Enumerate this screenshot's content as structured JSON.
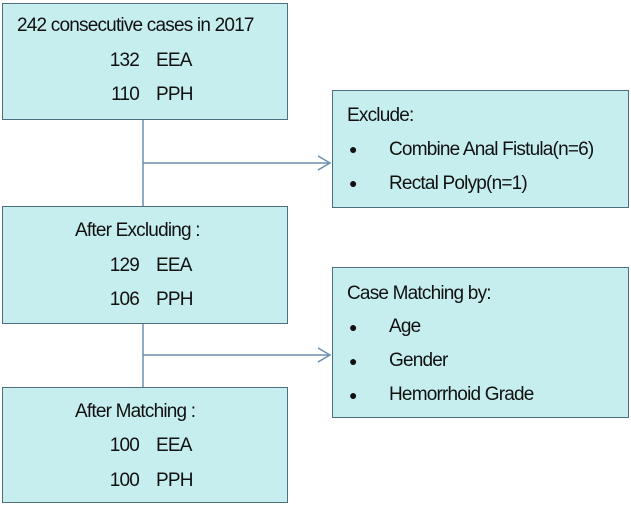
{
  "box1": {
    "title": "242 consecutive cases in 2017",
    "rows": [
      {
        "count": "132",
        "label": "EEA"
      },
      {
        "count": "110",
        "label": "PPH"
      }
    ]
  },
  "box2": {
    "title": "After Excluding :",
    "rows": [
      {
        "count": "129",
        "label": "EEA"
      },
      {
        "count": "106",
        "label": "PPH"
      }
    ]
  },
  "box3": {
    "title": "After Matching :",
    "rows": [
      {
        "count": "100",
        "label": "EEA"
      },
      {
        "count": "100",
        "label": "PPH"
      }
    ]
  },
  "exclude_box": {
    "title": "Exclude:",
    "items": [
      "Combine Anal Fistula(n=6)",
      "Rectal Polyp(n=1)"
    ]
  },
  "matching_box": {
    "title": "Case Matching by:",
    "items": [
      "Age",
      "Gender",
      "Hemorrhoid Grade"
    ]
  },
  "colors": {
    "box_fill": "#c7eeee",
    "box_border": "#4f6f80",
    "connector": "#6a8fb0"
  }
}
